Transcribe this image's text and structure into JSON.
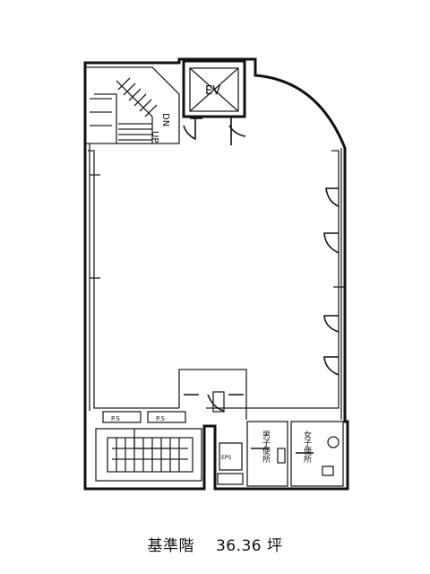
{
  "plan": {
    "elevator_label": "EV",
    "stair_dn_label": "DN",
    "stair_up_label": "UP",
    "wc_label_male": "男子便所",
    "wc_label_female": "女子便所",
    "ps_label_1": "P.S",
    "ps_label_2": "P.S",
    "eps_label": "EPS"
  },
  "caption": {
    "floor_name": "基準階",
    "area_value": "36.36",
    "area_unit": "坪"
  },
  "colors": {
    "line": "#111111",
    "background": "#ffffff"
  }
}
